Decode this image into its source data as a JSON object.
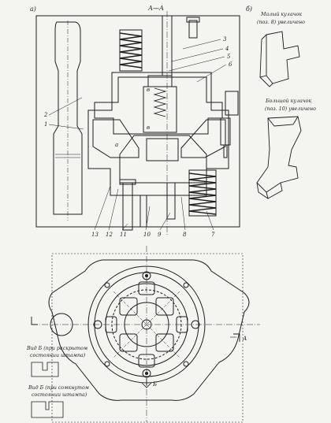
{
  "labels": {
    "view_a": "а)",
    "section": "А—А",
    "view_b": "б)",
    "small_cam_1": "Малый кулачок",
    "small_cam_2": "(поз. 8) увеличено",
    "big_cam_1": "Большой кулачок",
    "big_cam_2": "(поз. 10) увеличено",
    "view_b_open_1": "Вид Б (при раскрытом",
    "view_b_open_2": "состоянии штампа)",
    "view_b_closed_1": "Вид Б (при сомкнутом",
    "view_b_closed_2": "состоянии штампа)",
    "cut_a": "А",
    "cut_b": "Б",
    "mark_a": "а",
    "mark_b": "в"
  },
  "callouts": [
    "1",
    "2",
    "3",
    "4",
    "5",
    "6",
    "7",
    "8",
    "9",
    "10",
    "11",
    "12",
    "13"
  ],
  "colors": {
    "ink": "#1e1e1e",
    "hatch": "#6b6b6b",
    "paper": "#f4f4f1"
  }
}
